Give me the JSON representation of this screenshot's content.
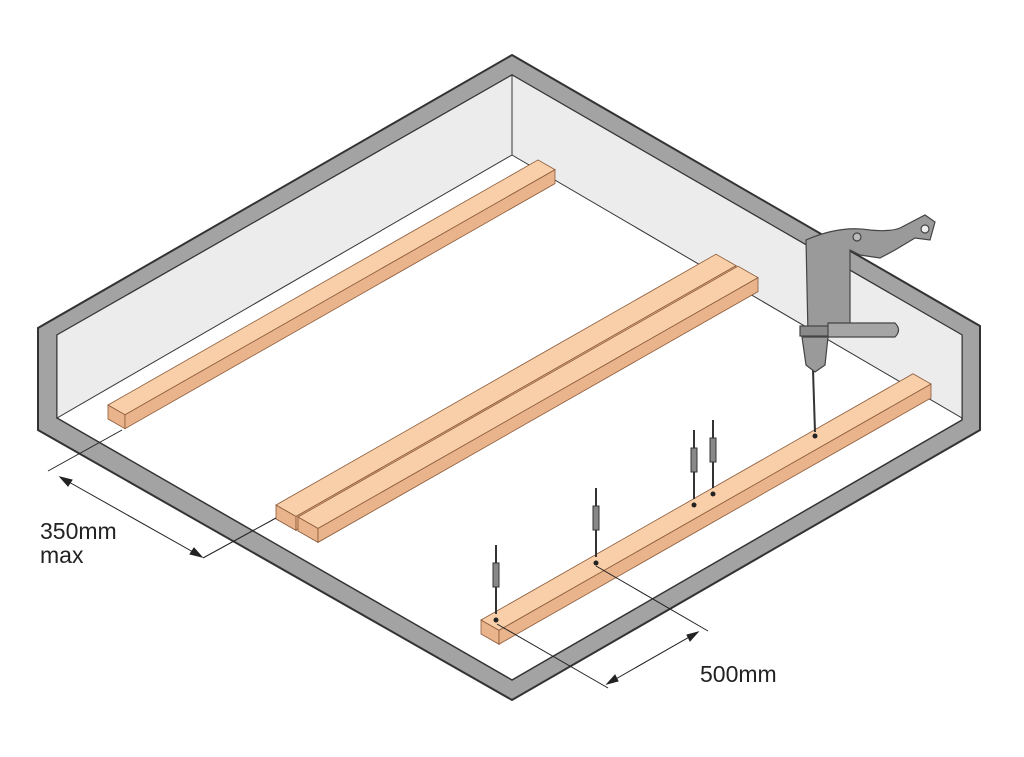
{
  "dimensions": {
    "spacing_value": "350mm",
    "spacing_qualifier": "max",
    "fixing_interval": "500mm"
  },
  "colors": {
    "wall_band": "#a3a3a3",
    "wall_face": "#ececec",
    "outline": "#333333",
    "batten_top": "#f8cfa8",
    "batten_side": "#e9b38b",
    "tool": "#9a9a9a"
  }
}
